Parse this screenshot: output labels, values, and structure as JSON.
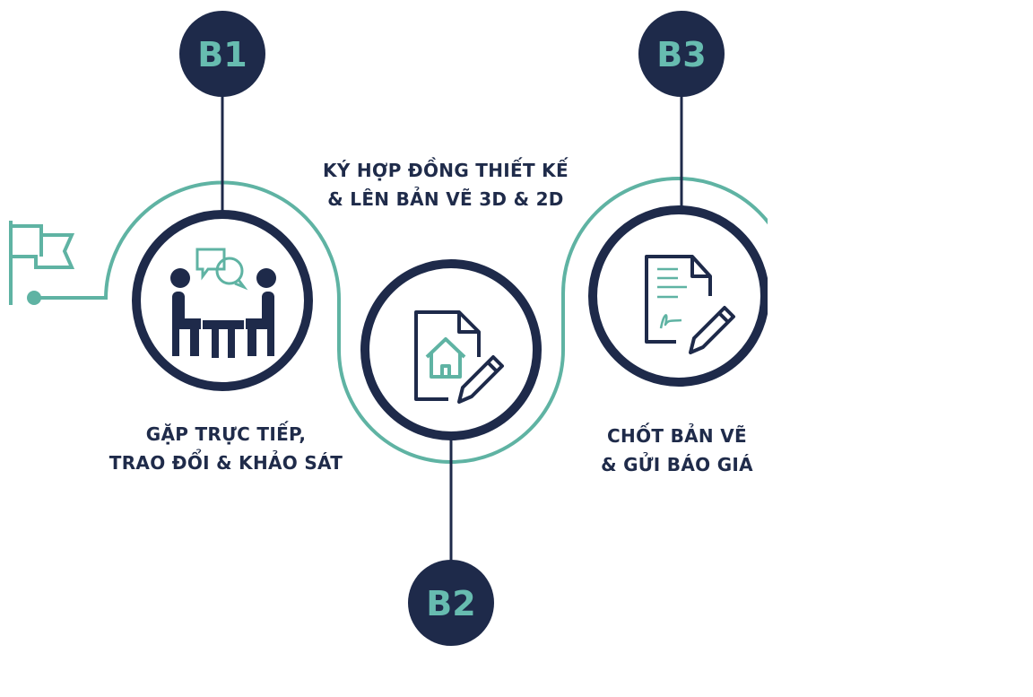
{
  "colors": {
    "navy": "#1e2a4a",
    "teal": "#5fb3a3",
    "background": "#ffffff"
  },
  "steps": [
    {
      "badge": "B1",
      "icon": "meeting-people-icon",
      "lines": [
        "GẶP TRỰC TIẾP,",
        "TRAO ĐỔI & KHẢO SÁT"
      ]
    },
    {
      "badge": "B2",
      "icon": "house-document-pencil-icon",
      "lines": [
        "KÝ HỢP ĐỒNG THIẾT KẾ",
        "& LÊN BẢN VẼ 3D & 2D"
      ]
    },
    {
      "badge": "B3",
      "icon": "signed-document-pencil-icon",
      "lines": [
        "CHỐT BẢN VẼ",
        "& GỬI BÁO GIÁ"
      ]
    }
  ],
  "start_icon": "flag-icon"
}
